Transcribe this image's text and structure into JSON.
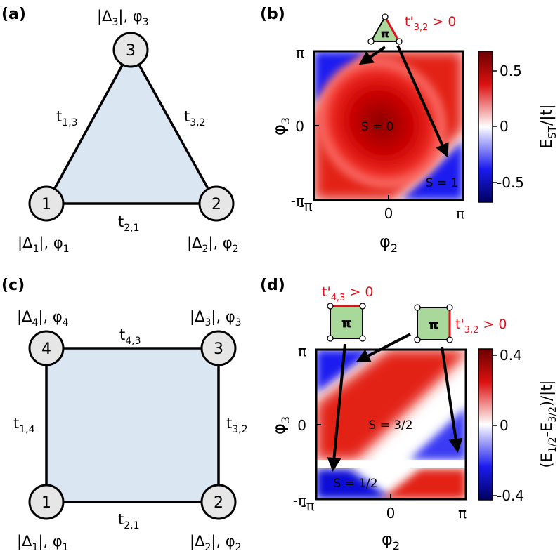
{
  "panels": {
    "a": {
      "label": "(a)",
      "nodes": [
        {
          "number": "1",
          "amp": "Δ",
          "sub": "1",
          "phase": "φ",
          "phase_sub": "1"
        },
        {
          "number": "2",
          "amp": "Δ",
          "sub": "2",
          "phase": "φ",
          "phase_sub": "2"
        },
        {
          "number": "3",
          "amp": "Δ",
          "sub": "3",
          "phase": "φ",
          "phase_sub": "3"
        }
      ],
      "hoppings": [
        {
          "t": "t",
          "sub": "1,3"
        },
        {
          "t": "t",
          "sub": "3,2"
        },
        {
          "t": "t",
          "sub": "2,1"
        }
      ]
    },
    "b": {
      "label": "(b)",
      "inset_symbol": "π",
      "inset_hopping": {
        "t": "t'",
        "sub": "3,2",
        "rel": "> 0"
      },
      "regions": [
        "S = 0",
        "S = 1"
      ],
      "xlabel": "φ",
      "xlabel_sub": "2",
      "ylabel": "φ",
      "ylabel_sub": "3",
      "xticks": [
        "-π",
        "0",
        "π"
      ],
      "yticks": [
        "π",
        "0",
        "-π"
      ],
      "colorbar_label": "E",
      "colorbar_label_sub": "ST",
      "colorbar_label_tail": "/|t|",
      "colorbar_ticks": [
        "0.5",
        "0",
        "-0.5"
      ]
    },
    "c": {
      "label": "(c)",
      "nodes": [
        {
          "number": "1",
          "amp": "Δ",
          "sub": "1",
          "phase": "φ",
          "phase_sub": "1"
        },
        {
          "number": "2",
          "amp": "Δ",
          "sub": "2",
          "phase": "φ",
          "phase_sub": "2"
        },
        {
          "number": "3",
          "amp": "Δ",
          "sub": "3",
          "phase": "φ",
          "phase_sub": "3"
        },
        {
          "number": "4",
          "amp": "Δ",
          "sub": "4",
          "phase": "φ",
          "phase_sub": "4"
        }
      ],
      "hoppings": [
        {
          "t": "t",
          "sub": "4,3"
        },
        {
          "t": "t",
          "sub": "1,4"
        },
        {
          "t": "t",
          "sub": "3,2"
        },
        {
          "t": "t",
          "sub": "2,1"
        }
      ]
    },
    "d": {
      "label": "(d)",
      "inset_symbol": "π",
      "inset_hoppings": [
        {
          "t": "t'",
          "sub": "4,3",
          "rel": "> 0"
        },
        {
          "t": "t'",
          "sub": "3,2",
          "rel": "> 0"
        }
      ],
      "regions": [
        "S = 3/2",
        "S = 1/2"
      ],
      "xlabel": "φ",
      "xlabel_sub": "2",
      "ylabel": "φ",
      "ylabel_sub": "3",
      "xticks": [
        "-π",
        "0",
        "π"
      ],
      "yticks": [
        "π",
        "0",
        "-π"
      ],
      "colorbar_label_head": "(E",
      "colorbar_label_sub1": "1/2",
      "colorbar_label_mid": "-E",
      "colorbar_label_sub2": "3/2",
      "colorbar_label_tail": ")/|t|",
      "colorbar_ticks": [
        "0.4",
        "0",
        "-0.4"
      ]
    }
  },
  "colors": {
    "triangle_fill": "#dbe6f3",
    "square_fill": "#dbe6f3",
    "node_fill": "#e6e6e6",
    "inset_fill": "#a8d89a",
    "positive": "#b40000",
    "negative": "#0000c8",
    "highlight": "#e3101a"
  }
}
